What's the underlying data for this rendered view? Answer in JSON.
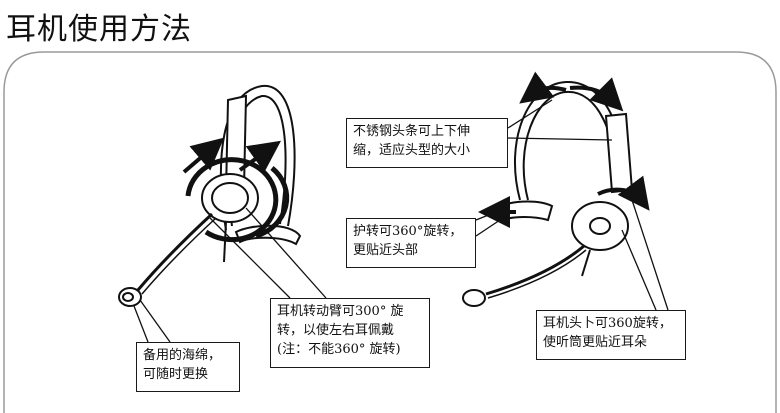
{
  "page": {
    "title": "耳机使用方法"
  },
  "callouts": {
    "headband": {
      "line1": "不锈钢头条可上下伸",
      "line2": "缩，适应头型的大小"
    },
    "pad": {
      "line1": "护转可360°旋转，",
      "line2": "更贴近头部"
    },
    "earpiece": {
      "line1": "耳机头卜可360旋转，",
      "line2": "使听筒更贴近耳朵"
    },
    "boom_arm": {
      "line1": "耳机转动臂可300° 旋",
      "line2": "转，以使左右耳佩戴",
      "line3": "(注：不能360° 旋转)"
    },
    "sponge": {
      "line1": "备用的海绵，",
      "line2": "可随时更换"
    }
  },
  "colors": {
    "ink": "#111111",
    "frame": "#9a9a9a"
  }
}
